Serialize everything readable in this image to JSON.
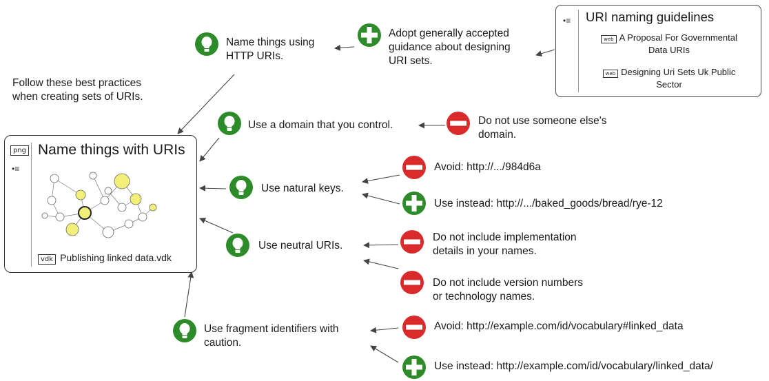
{
  "intro": {
    "text": [
      "Follow these best practices",
      "when creating sets of URIs."
    ]
  },
  "central": {
    "title": "Name things with URIs",
    "image_tag": "png",
    "attachment_tag": "vdk",
    "attachment_label": "Publishing linked data.vdk"
  },
  "guidelines": {
    "title": "URI naming guidelines",
    "link_tag": "web",
    "links": [
      {
        "text": [
          "A Proposal For Governmental",
          "Data URIs"
        ]
      },
      {
        "text": [
          "Designing Uri Sets Uk Public",
          "Sector"
        ]
      }
    ]
  },
  "nodes": {
    "http_uris": [
      "Name things using",
      "HTTP URIs."
    ],
    "adopt_guidance": [
      "Adopt generally accepted",
      "guidance about designing",
      "URI sets."
    ],
    "domain_control": [
      "Use a domain that you control."
    ],
    "dont_use_domain": [
      "Do not use someone else's",
      "domain."
    ],
    "natural_keys": [
      "Use natural keys."
    ],
    "avoid_hash": [
      "Avoid: http://.../984d6a"
    ],
    "use_instead_bread": [
      "Use instead: http://.../baked_goods/bread/rye-12"
    ],
    "neutral_uris": [
      "Use neutral URIs."
    ],
    "no_implementation": [
      "Do not include implementation",
      "details in your names."
    ],
    "no_version": [
      "Do not include version numbers",
      "or technology names."
    ],
    "fragment_ids": [
      "Use fragment identifiers with",
      "caution."
    ],
    "avoid_fragment": [
      "Avoid: http://example.com/id/vocabulary#linked_data"
    ],
    "use_instead_vocab": [
      "Use instead: http://example.com/id/vocabulary/linked_data/"
    ]
  },
  "colors": {
    "green": "#2e8b2a",
    "red": "#d92b2b",
    "thumb_yellow": "#f3f07a",
    "line": "#444444"
  }
}
